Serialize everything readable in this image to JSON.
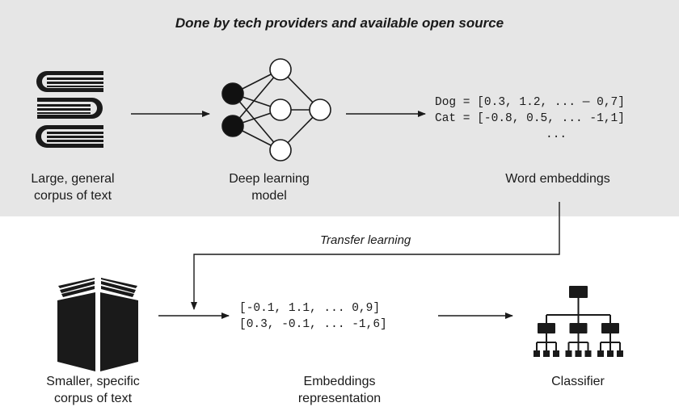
{
  "panel_title": "Done by tech providers and available open source",
  "top_row": {
    "corpus_label_line1": "Large, general",
    "corpus_label_line2": "corpus of text",
    "model_label_line1": "Deep learning",
    "model_label_line2": "model",
    "embeddings_label": "Word embeddings",
    "embedding_lines": [
      "Dog = [0.3, 1.2, ... — 0,7]",
      "Cat = [-0.8, 0.5, ... -1,1]",
      "..."
    ]
  },
  "transfer_label": "Transfer learning",
  "bottom_row": {
    "corpus_label_line1": "Smaller, specific",
    "corpus_label_line2": "corpus of text",
    "representation_label_line1": "Embeddings",
    "representation_label_line2": "representation",
    "classifier_label": "Classifier",
    "representation_lines": [
      "[-0.1, 1.1, ... 0,9]",
      "[0.3, -0.1, ... -1,6]"
    ]
  },
  "colors": {
    "panel": "#e6e6e6",
    "ink": "#1a1a1a"
  },
  "icons": [
    "books-stack-icon",
    "neural-network-icon",
    "open-book-icon",
    "tree-hierarchy-icon"
  ]
}
